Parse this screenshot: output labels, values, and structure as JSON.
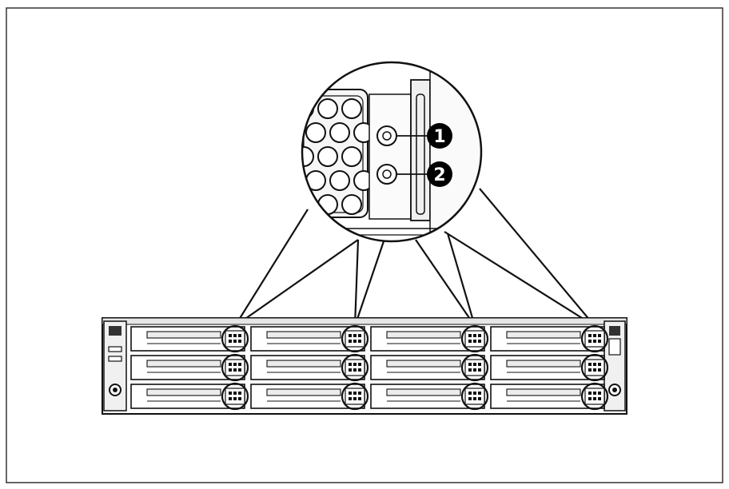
{
  "callouts": [
    {
      "number": "1"
    },
    {
      "number": "2"
    }
  ],
  "colors": {
    "line": "#111111",
    "frame": "#333333",
    "background": "#ffffff",
    "callout_fill": "#000000",
    "panel": "#f4f4f4"
  },
  "drive_bays": {
    "rows": 3,
    "columns": 4
  }
}
